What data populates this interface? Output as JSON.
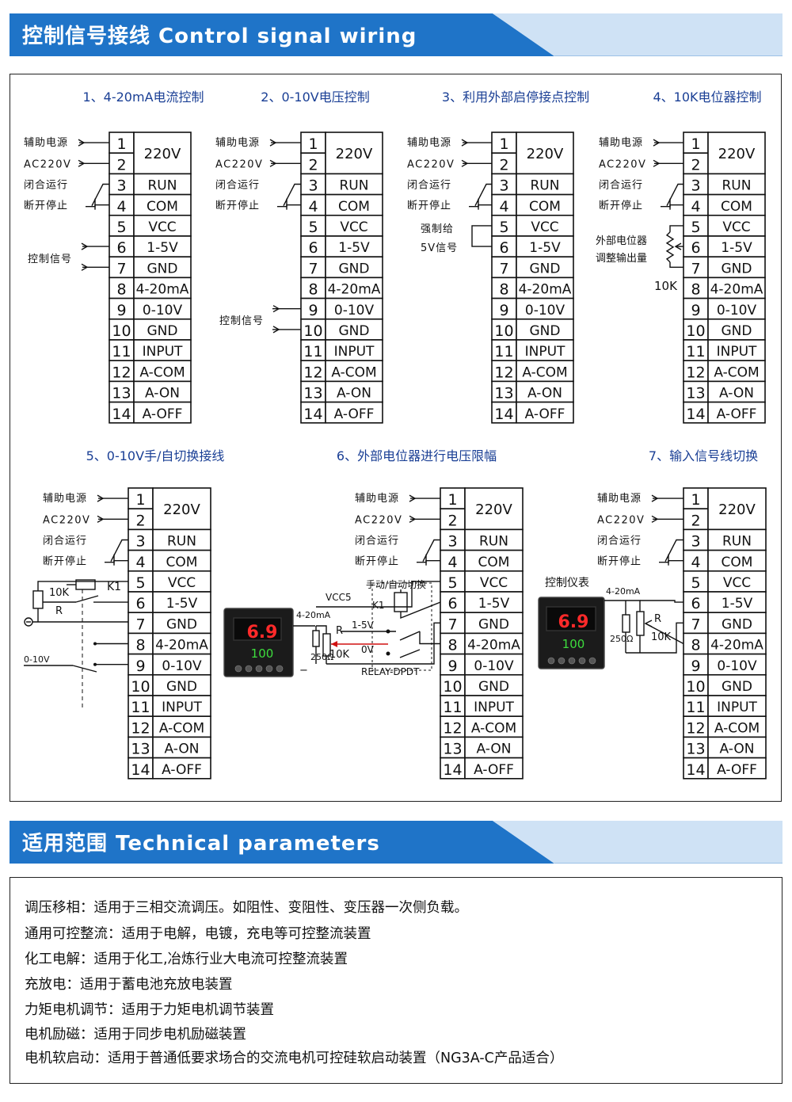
{
  "colors": {
    "banner_blue": "#1f74c8",
    "banner_light": "#cfe2f5",
    "title_blue": "#1a3f95",
    "arrow_red": "#d01010",
    "led_red": "#ff2a2a",
    "led_green": "#3ddc3d"
  },
  "section1": {
    "title": "控制信号接线 Control signal wiring"
  },
  "section2": {
    "title": "适用范围 Technical parameters"
  },
  "terminals": [
    {
      "num": "1",
      "label": "220V"
    },
    {
      "num": "2",
      "label": ""
    },
    {
      "num": "3",
      "label": "RUN"
    },
    {
      "num": "4",
      "label": "COM"
    },
    {
      "num": "5",
      "label": "VCC"
    },
    {
      "num": "6",
      "label": "1-5V"
    },
    {
      "num": "7",
      "label": "GND"
    },
    {
      "num": "8",
      "label": "4-20mA"
    },
    {
      "num": "9",
      "label": "0-10V"
    },
    {
      "num": "10",
      "label": "GND"
    },
    {
      "num": "11",
      "label": "INPUT"
    },
    {
      "num": "12",
      "label": "A-COM"
    },
    {
      "num": "13",
      "label": "A-ON"
    },
    {
      "num": "14",
      "label": "A-OFF"
    }
  ],
  "labels": {
    "aux_power": "辅助电源",
    "ac220": "AC220V",
    "close_run": "闭合运行",
    "open_stop": "断开停止",
    "control_signal": "控制信号",
    "force_line1": "强制给",
    "force_line2": "5V信号",
    "pot_line1": "外部电位器",
    "pot_line2": "调整输出量",
    "k10": "10K",
    "r": "R",
    "k1": "K1",
    "v010": "0-10V",
    "vcc5": "VCC5",
    "manual_auto": "手动/自动切换",
    "ma420": "4-20mA",
    "r250": "250Ω",
    "v15": "1-5V",
    "v0": "0V",
    "relay": "RELAY-DPDT",
    "control_meter": "控制仪表",
    "minus": "−",
    "meter_pv": "6.9",
    "meter_sv": "100"
  },
  "diagrams": [
    {
      "title": "1、4-20mA电流控制"
    },
    {
      "title": "2、0-10V电压控制"
    },
    {
      "title": "3、利用外部启停接点控制"
    },
    {
      "title": "4、10K电位器控制"
    },
    {
      "title": "5、0-10V手/自切换接线"
    },
    {
      "title": "6、外部电位器进行电压限幅"
    },
    {
      "title": "7、输入信号线切换"
    }
  ],
  "parameters": [
    "调压移相：适用于三相交流调压。如阻性、变阻性、变压器一次侧负载。",
    "通用可控整流：适用于电解，电镀，充电等可控整流装置",
    "化工电解：适用于化工,冶炼行业大电流可控整流装置",
    "充放电：适用于蓄电池充放电装置",
    "力矩电机调节：适用于力矩电机调节装置",
    "电机励磁：适用于同步电机励磁装置",
    "电机软启动：适用于普通低要求场合的交流电机可控硅软启动装置（NG3A-C产品适合）"
  ]
}
